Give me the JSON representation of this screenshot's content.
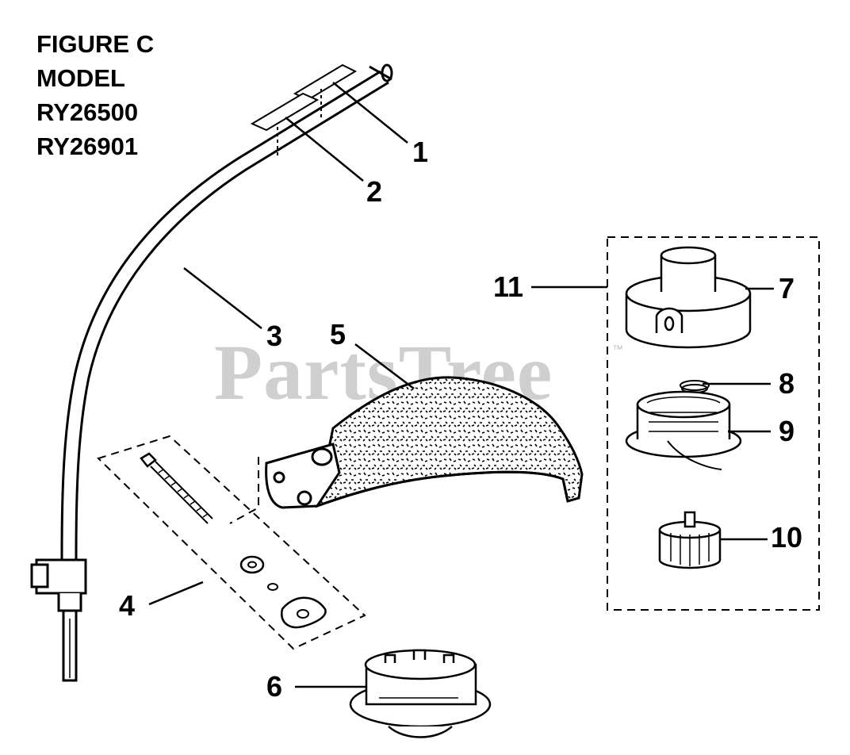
{
  "figure": {
    "title_lines": [
      "FIGURE C",
      "MODEL",
      "RY26500",
      "RY26901"
    ]
  },
  "watermark": {
    "text": "PartsTree",
    "trademark": "™"
  },
  "callouts": [
    "1",
    "2",
    "3",
    "4",
    "5",
    "6",
    "7",
    "8",
    "9",
    "10",
    "11"
  ]
}
